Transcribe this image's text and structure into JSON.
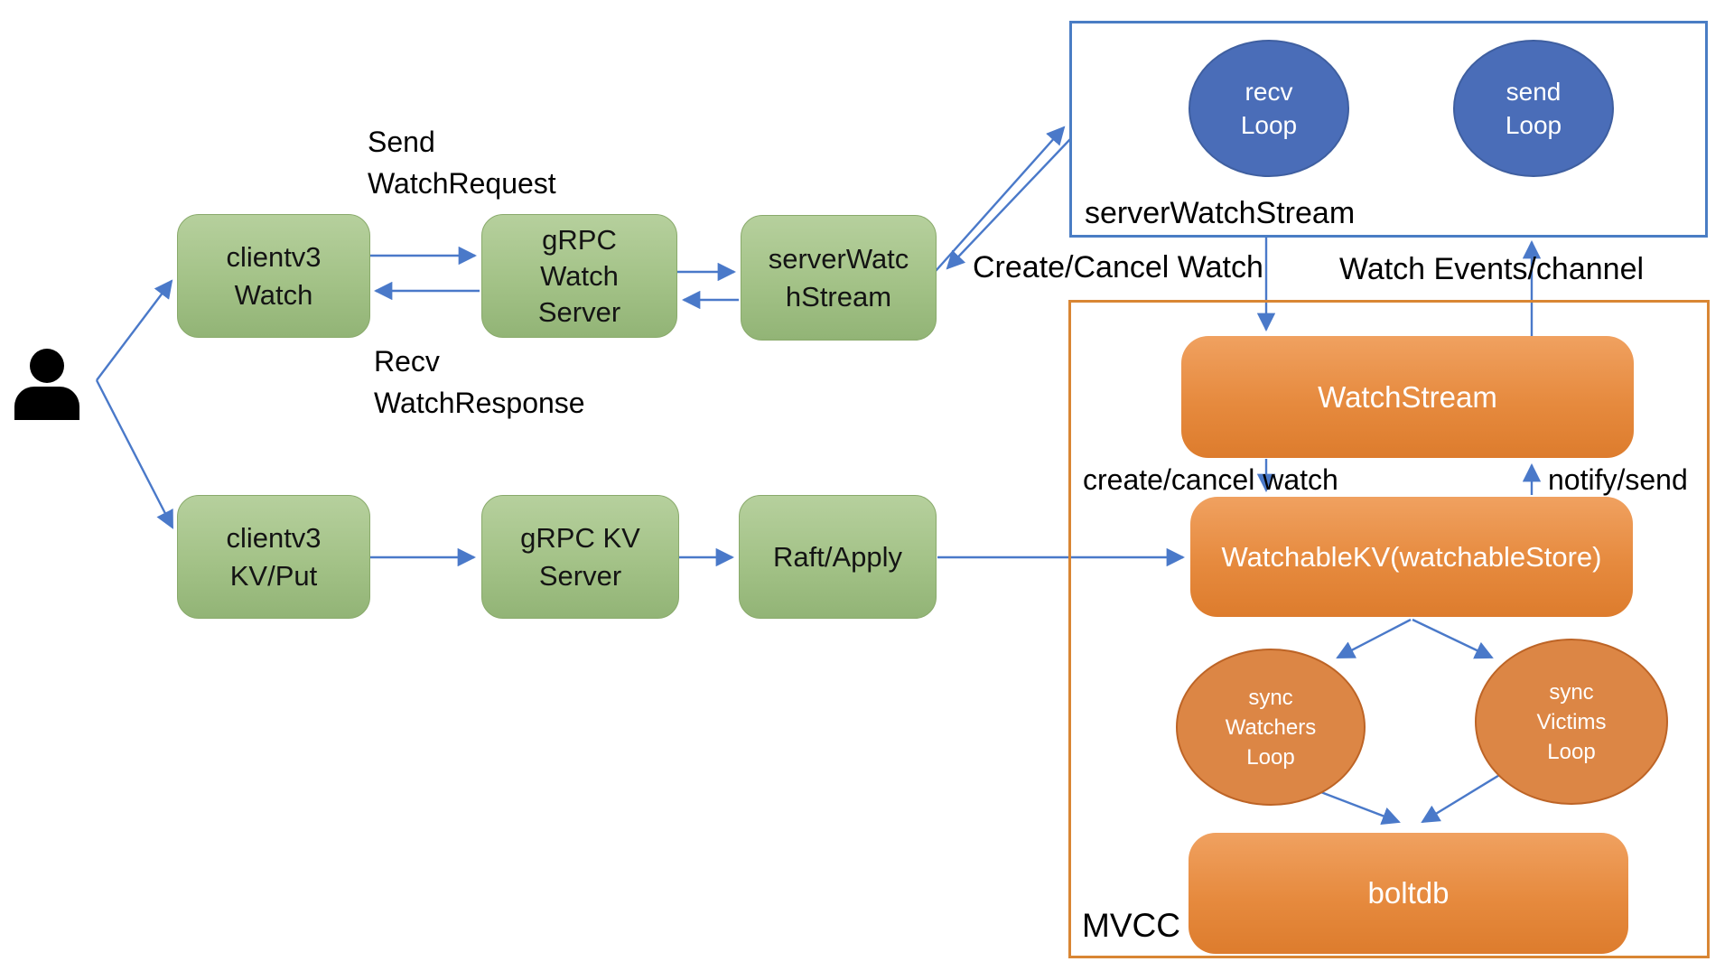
{
  "colors": {
    "green_node_fill": "#a3c287",
    "green_node_border": "#89aa6b",
    "orange_node_fill": "#e68a3e",
    "orange_ellipse_fill": "#dc8645",
    "blue_ellipse_fill": "#4a6db8",
    "blue_frame_border": "#4a7dc4",
    "orange_frame_border": "#d98634",
    "arrow_color": "#4a79c9",
    "background": "#ffffff"
  },
  "nodes": {
    "clientv3_watch": {
      "lines": [
        "clientv3",
        "Watch"
      ]
    },
    "grpc_watch_server": {
      "lines": [
        "gRPC",
        "Watch",
        "Server"
      ]
    },
    "server_watch_stream_box": {
      "lines": [
        "serverWatc",
        "hStream"
      ]
    },
    "clientv3_kv_put": {
      "lines": [
        "clientv3",
        "KV/Put"
      ]
    },
    "grpc_kv_server": {
      "lines": [
        "gRPC KV",
        "Server"
      ]
    },
    "raft_apply": {
      "lines": [
        "Raft/Apply"
      ]
    },
    "recv_loop": {
      "lines": [
        "recv",
        "Loop"
      ]
    },
    "send_loop": {
      "lines": [
        "send",
        "Loop"
      ]
    },
    "watch_stream": {
      "label": "WatchStream"
    },
    "watchable_kv": {
      "label": "WatchableKV(watchableStore)"
    },
    "sync_watchers_loop": {
      "lines": [
        "sync",
        "Watchers",
        "Loop"
      ]
    },
    "sync_victims_loop": {
      "lines": [
        "sync",
        "Victims",
        "Loop"
      ]
    },
    "boltdb": {
      "label": "boltdb"
    }
  },
  "containers": {
    "server_watch_stream": {
      "label": "serverWatchStream"
    },
    "mvcc": {
      "label": "MVCC"
    }
  },
  "edge_labels": {
    "send_watch_request": {
      "line1": "Send",
      "line2": "WatchRequest"
    },
    "recv_watch_response": {
      "line1": "Recv",
      "line2": "WatchResponse"
    },
    "create_cancel_watch_upper": "Create/Cancel Watch",
    "watch_events_channel": "Watch Events/channel",
    "create_cancel_watch_lower": "create/cancel watch",
    "notify_send": "notify/send"
  }
}
